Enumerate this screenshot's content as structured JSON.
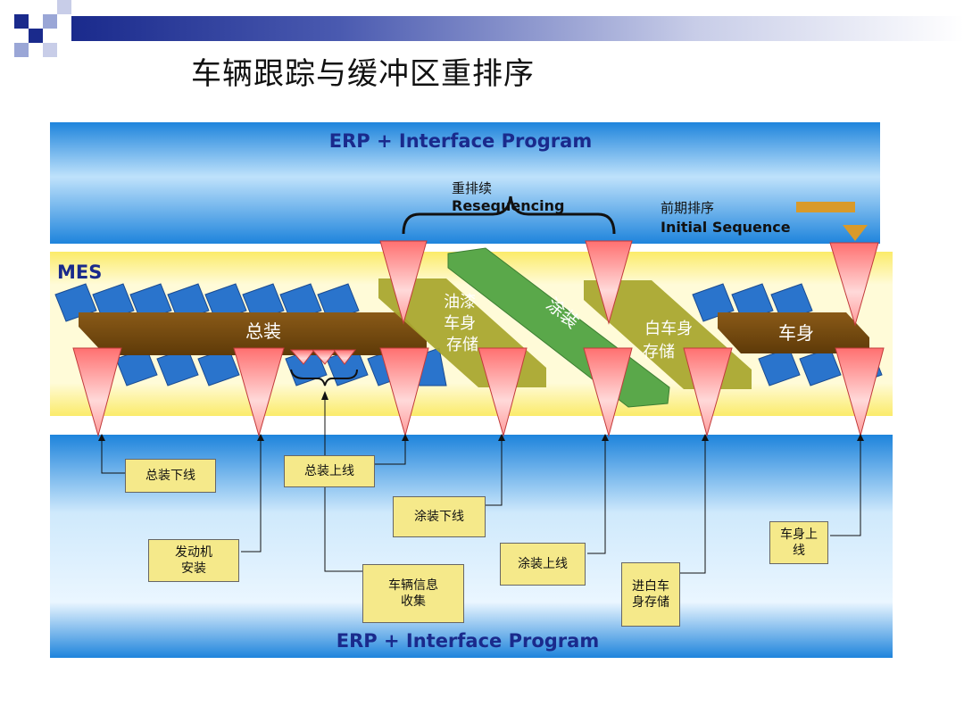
{
  "title": "车辆跟踪与缓冲区重排序",
  "diagram": {
    "erp_top": "ERP + Interface Program",
    "erp_bottom": "ERP + Interface Program",
    "mes": "MES",
    "resequencing_cn": "重排续",
    "resequencing_en": "Resequencing",
    "initial_cn": "前期排序",
    "initial_en": "Initial Sequence",
    "blocks": {
      "assembly": "总装",
      "paint_store": "油漆\n车身\n存储",
      "paint": "涂装",
      "white_store": "白车身\n存储",
      "body": "车身"
    },
    "labels": {
      "assembly_off": "总装下线",
      "assembly_on": "总装上线",
      "engine": "发动机\n安装",
      "vehicle_info": "车辆信息\n收集",
      "paint_off": "涂装下线",
      "paint_on": "涂装上线",
      "white_in": "进白车\n身存储",
      "body_on": "车身上\n线"
    }
  },
  "colors": {
    "erp_blue": "#2a8fe0",
    "mes_yellow": "#fff38a",
    "assembly_brown": "#7a4e10",
    "paint_green": "#5aa84a",
    "olive": "#aaa830",
    "label_bg": "#f5e98a"
  }
}
